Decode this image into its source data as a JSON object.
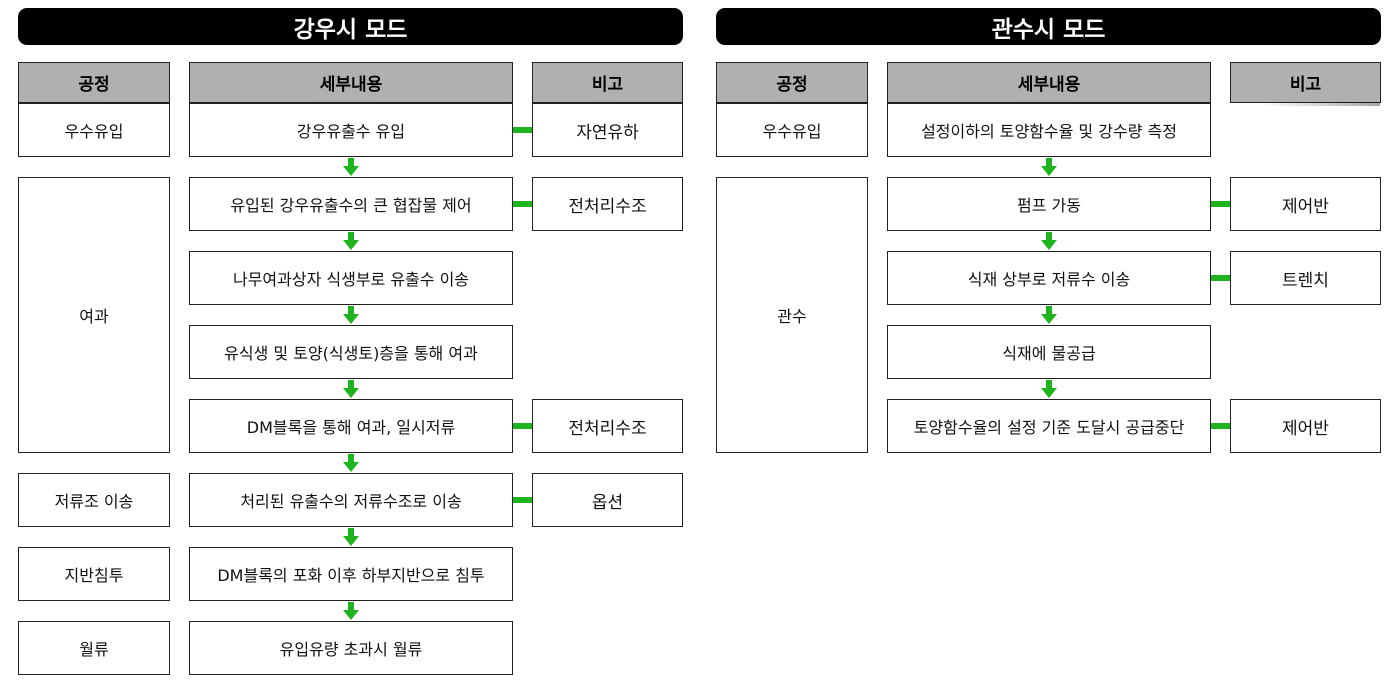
{
  "panels": [
    {
      "title": "강우시 모드",
      "headers": [
        "공정",
        "세부내용",
        "비고"
      ],
      "processes": [
        {
          "label": "우수유입",
          "rows": [
            0,
            0
          ]
        },
        {
          "label": "여과",
          "rows": [
            1,
            4
          ]
        },
        {
          "label": "저류조 이송",
          "rows": [
            5,
            5
          ]
        },
        {
          "label": "지반침투",
          "rows": [
            6,
            6
          ]
        },
        {
          "label": "월류",
          "rows": [
            7,
            7
          ]
        }
      ],
      "steps": [
        "강우유출수 유입",
        "유입된 강우유출수의 큰  협잡물 제어",
        "나무여과상자 식생부로 유출수 이송",
        "유식생 및 토양(식생토)층을 통해 여과",
        "DM블록을 통해 여과, 일시저류",
        "처리된 유출수의 저류수조로 이송",
        "DM블록의 포화 이후 하부지반으로 침투",
        "유입유량 초과시 월류"
      ],
      "notes": [
        {
          "row": 0,
          "label": "자연유하"
        },
        {
          "row": 1,
          "label": "전처리수조"
        },
        {
          "row": 4,
          "label": "전처리수조"
        },
        {
          "row": 5,
          "label": "옵션"
        }
      ]
    },
    {
      "title": "관수시 모드",
      "headers": [
        "공정",
        "세부내용",
        "비고"
      ],
      "processes": [
        {
          "label": "우수유입",
          "rows": [
            0,
            0
          ]
        },
        {
          "label": "관수",
          "rows": [
            1,
            4
          ]
        }
      ],
      "steps": [
        "설정이하의 토양함수율 및 강수량 측정",
        "펌프 가동",
        "식재 상부로 저류수 이송",
        "식재에 물공급",
        "토양함수율의 설정 기준 도달시 공급중단"
      ],
      "notes": [
        {
          "row": 1,
          "label": "제어반"
        },
        {
          "row": 2,
          "label": "트렌치"
        },
        {
          "row": 4,
          "label": "제어반"
        }
      ]
    }
  ],
  "colors": {
    "title_bg": "#000000",
    "header_bg": "#b0b0ae",
    "connector": "#1db41d"
  }
}
